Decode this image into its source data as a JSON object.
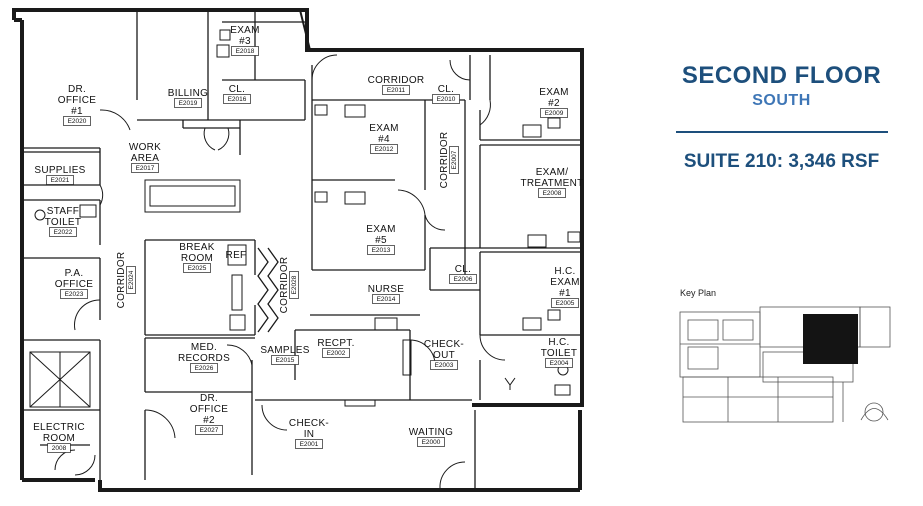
{
  "title": {
    "line1": "SECOND FLOOR",
    "line2": "SOUTH",
    "suite": "SUITE 210: 3,346 RSF"
  },
  "key_plan": {
    "label": "Key Plan"
  },
  "rooms": {
    "exam3": {
      "label": "EXAM\n#3",
      "number": "E2018"
    },
    "dr_office1": {
      "label": "DR.\nOFFICE\n#1",
      "number": "E2020"
    },
    "billing": {
      "label": "BILLING",
      "number": "E2019"
    },
    "cl_2016": {
      "label": "CL.",
      "number": "E2016"
    },
    "corridor_2011": {
      "label": "CORRIDOR",
      "number": "E2011"
    },
    "cl_2010": {
      "label": "CL.",
      "number": "E2010"
    },
    "exam2": {
      "label": "EXAM\n#2",
      "number": "E2009"
    },
    "exam4": {
      "label": "EXAM\n#4",
      "number": "E2012"
    },
    "corridor_2007": {
      "label": "CORRIDOR",
      "number": "E2007"
    },
    "work_area": {
      "label": "WORK\nAREA",
      "number": "E2017"
    },
    "supplies": {
      "label": "SUPPLIES",
      "number": "E2021"
    },
    "exam_treatment": {
      "label": "EXAM/\nTREATMENT",
      "number": "E2008"
    },
    "staff_toilet": {
      "label": "STAFF\nTOILET",
      "number": "E2022"
    },
    "exam5": {
      "label": "EXAM\n#5",
      "number": "E2013"
    },
    "break_room": {
      "label": "BREAK\nROOM",
      "number": "E2025"
    },
    "ref": {
      "label": "REF"
    },
    "corridor_2024": {
      "label": "CORRIDOR",
      "number": "E2024"
    },
    "corridor_2028": {
      "label": "CORRIDOR",
      "number": "E2028"
    },
    "cl_2006": {
      "label": "CL.",
      "number": "E2006"
    },
    "pa_office": {
      "label": "P.A.\nOFFICE",
      "number": "E2023"
    },
    "hc_exam1": {
      "label": "H.C.\nEXAM\n#1",
      "number": "E2005"
    },
    "nurse": {
      "label": "NURSE",
      "number": "E2014"
    },
    "samples": {
      "label": "SAMPLES",
      "number": "E2015"
    },
    "recpt": {
      "label": "RECPT.",
      "number": "E2002"
    },
    "check_out": {
      "label": "CHECK-\nOUT",
      "number": "E2003"
    },
    "med_records": {
      "label": "MED.\nRECORDS",
      "number": "E2026"
    },
    "hc_toilet": {
      "label": "H.C.\nTOILET",
      "number": "E2004"
    },
    "dr_office2": {
      "label": "DR.\nOFFICE\n#2",
      "number": "E2027"
    },
    "check_in": {
      "label": "CHECK-\nIN",
      "number": "E2001"
    },
    "waiting": {
      "label": "WAITING",
      "number": "E2000"
    },
    "electric_room": {
      "label": "ELECTRIC\nROOM",
      "number": "2008"
    }
  }
}
